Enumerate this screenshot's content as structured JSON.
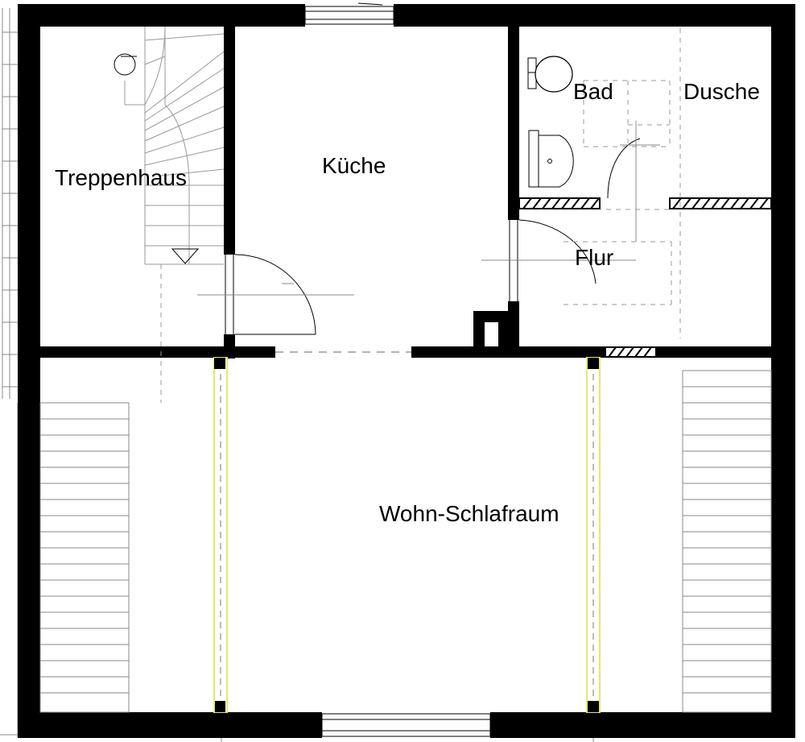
{
  "plan": {
    "rooms": [
      {
        "key": "treppenhaus",
        "label": "Treppenhaus"
      },
      {
        "key": "kueche",
        "label": "Küche"
      },
      {
        "key": "bad",
        "label": "Bad"
      },
      {
        "key": "dusche",
        "label": "Dusche"
      },
      {
        "key": "flur",
        "label": "Flur"
      },
      {
        "key": "wohn",
        "label": "Wohn-Schlafraum"
      }
    ]
  }
}
